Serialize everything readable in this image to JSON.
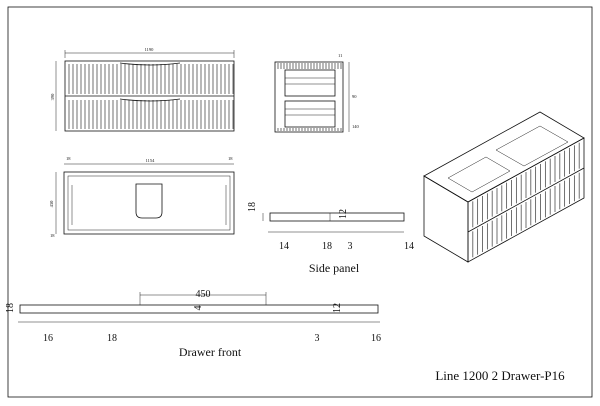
{
  "title_block": {
    "title": "Line 1200 2 Drawer-P16"
  },
  "front_view": {
    "width_label": "1190",
    "height_label": "390"
  },
  "top_view": {
    "width_label": "1154",
    "side_left": "18",
    "side_right": "18",
    "depth_label": "430",
    "back_label": "18"
  },
  "side_view": {
    "dim_top": "11",
    "dim_a": "90",
    "dim_b": "140"
  },
  "side_panel": {
    "caption": "Side panel",
    "dim_height": "18",
    "dim_groove": "12",
    "dims": [
      "14",
      "18",
      "3",
      "14"
    ]
  },
  "drawer_front": {
    "caption": "Drawer front",
    "dim_width": "450",
    "dim_height": "18",
    "dim_groove_left": "4",
    "dim_groove_right": "12",
    "dims": [
      "16",
      "18",
      "3",
      "16"
    ]
  },
  "colors": {
    "line": "#111111",
    "paper": "#ffffff"
  }
}
